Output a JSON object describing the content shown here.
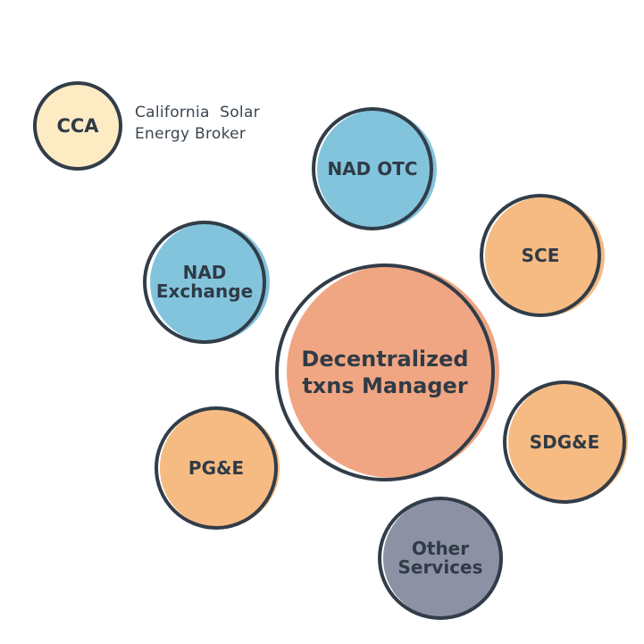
{
  "legend": {
    "line1": "California  Solar",
    "line2": "Energy Broker"
  },
  "colors": {
    "outline": "#313d48",
    "text": "#2f3b46",
    "cream": "#fdebc4",
    "blue": "#83c4dd",
    "orange": "#f6bb82",
    "salmon": "#f0a683",
    "gray": "#8d91a4"
  },
  "nodes": {
    "cca": {
      "label": "CCA"
    },
    "nad_otc": {
      "label": "NAD OTC"
    },
    "sce": {
      "label": "SCE"
    },
    "nad_exchange": {
      "line1": "NAD",
      "line2": "Exchange"
    },
    "center": {
      "line1": "Decentralized",
      "line2": "txns Manager"
    },
    "pge": {
      "label": "PG&E"
    },
    "sdge": {
      "label": "SDG&E"
    },
    "other_services": {
      "line1": "Other",
      "line2": "Services"
    }
  }
}
